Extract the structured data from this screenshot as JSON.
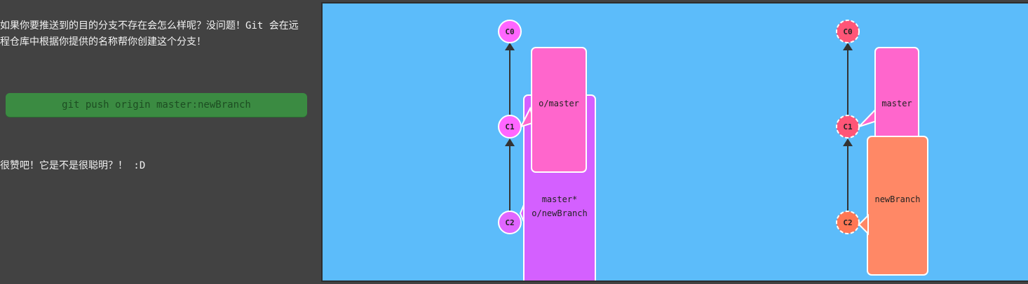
{
  "instructions": {
    "paragraph1": "如果你要推送到的目的分支不存在会怎么样呢？没问题！Git 会在远程仓库中根据你提供的名称帮你创建这个分支！",
    "command": "git push origin master:newBranch",
    "paragraph2": "很赞吧！它是不是很聪明？！ :D"
  },
  "local_repo": {
    "commits": [
      "C0",
      "C1",
      "C2"
    ],
    "branches": [
      {
        "label": "o/master",
        "points_to": "C1",
        "color": "#ff66cc"
      },
      {
        "label": "master*",
        "label2": "o/newBranch",
        "points_to": "C2",
        "color": "#d460ff"
      }
    ],
    "commit_color": "#ff66ff"
  },
  "remote_repo": {
    "commits": [
      "C0",
      "C1",
      "C2"
    ],
    "branches": [
      {
        "label": "master",
        "points_to": "C1",
        "color": "#ff66cc"
      },
      {
        "label": "newBranch",
        "points_to": "C2",
        "color": "#ff8866"
      }
    ],
    "commit_color": "#ff5577"
  },
  "colors": {
    "background": "#424242",
    "viz_background": "#5cbcfa",
    "button": "#3b8b42"
  }
}
